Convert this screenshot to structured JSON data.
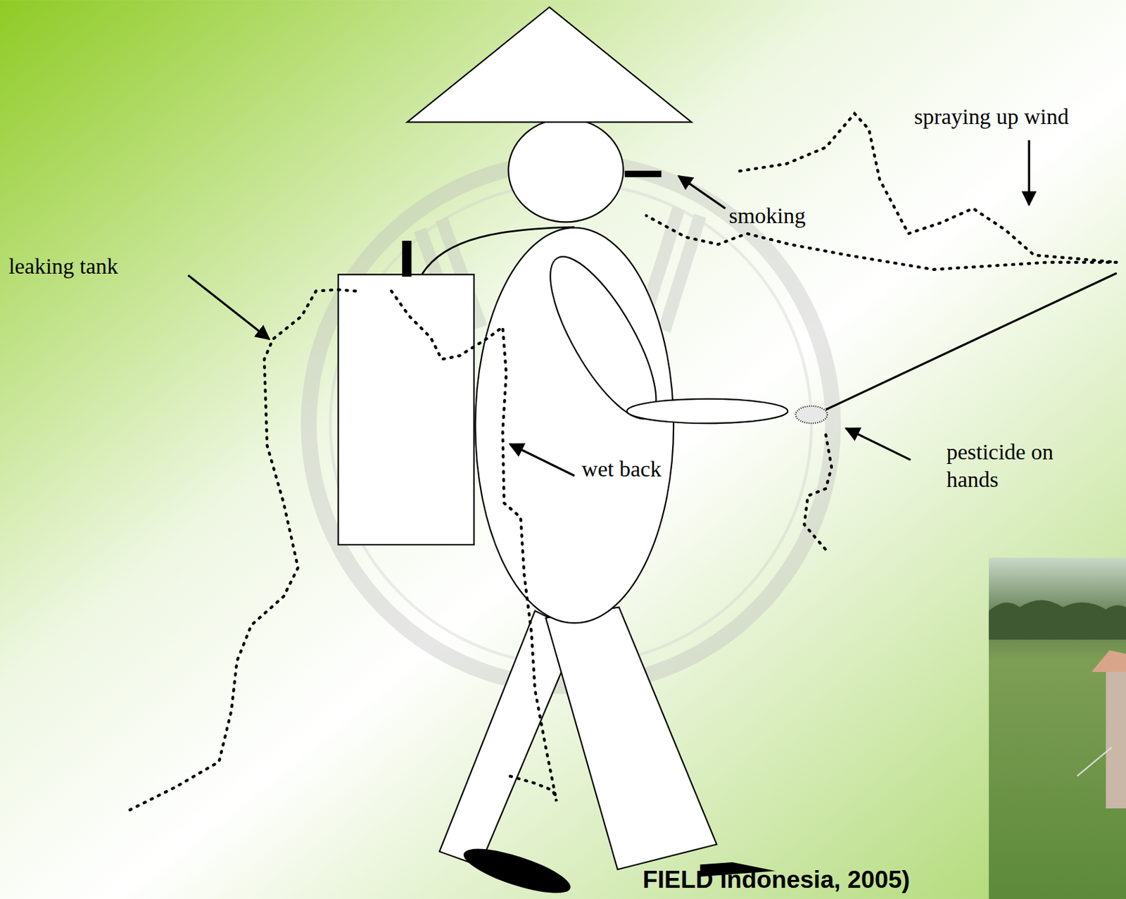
{
  "diagram": {
    "labels": [
      "spraying up wind",
      "smoking",
      "leaking tank",
      "pesticide on hands",
      "wet back",
      "FIELD Indonesia, 2005)"
    ]
  }
}
